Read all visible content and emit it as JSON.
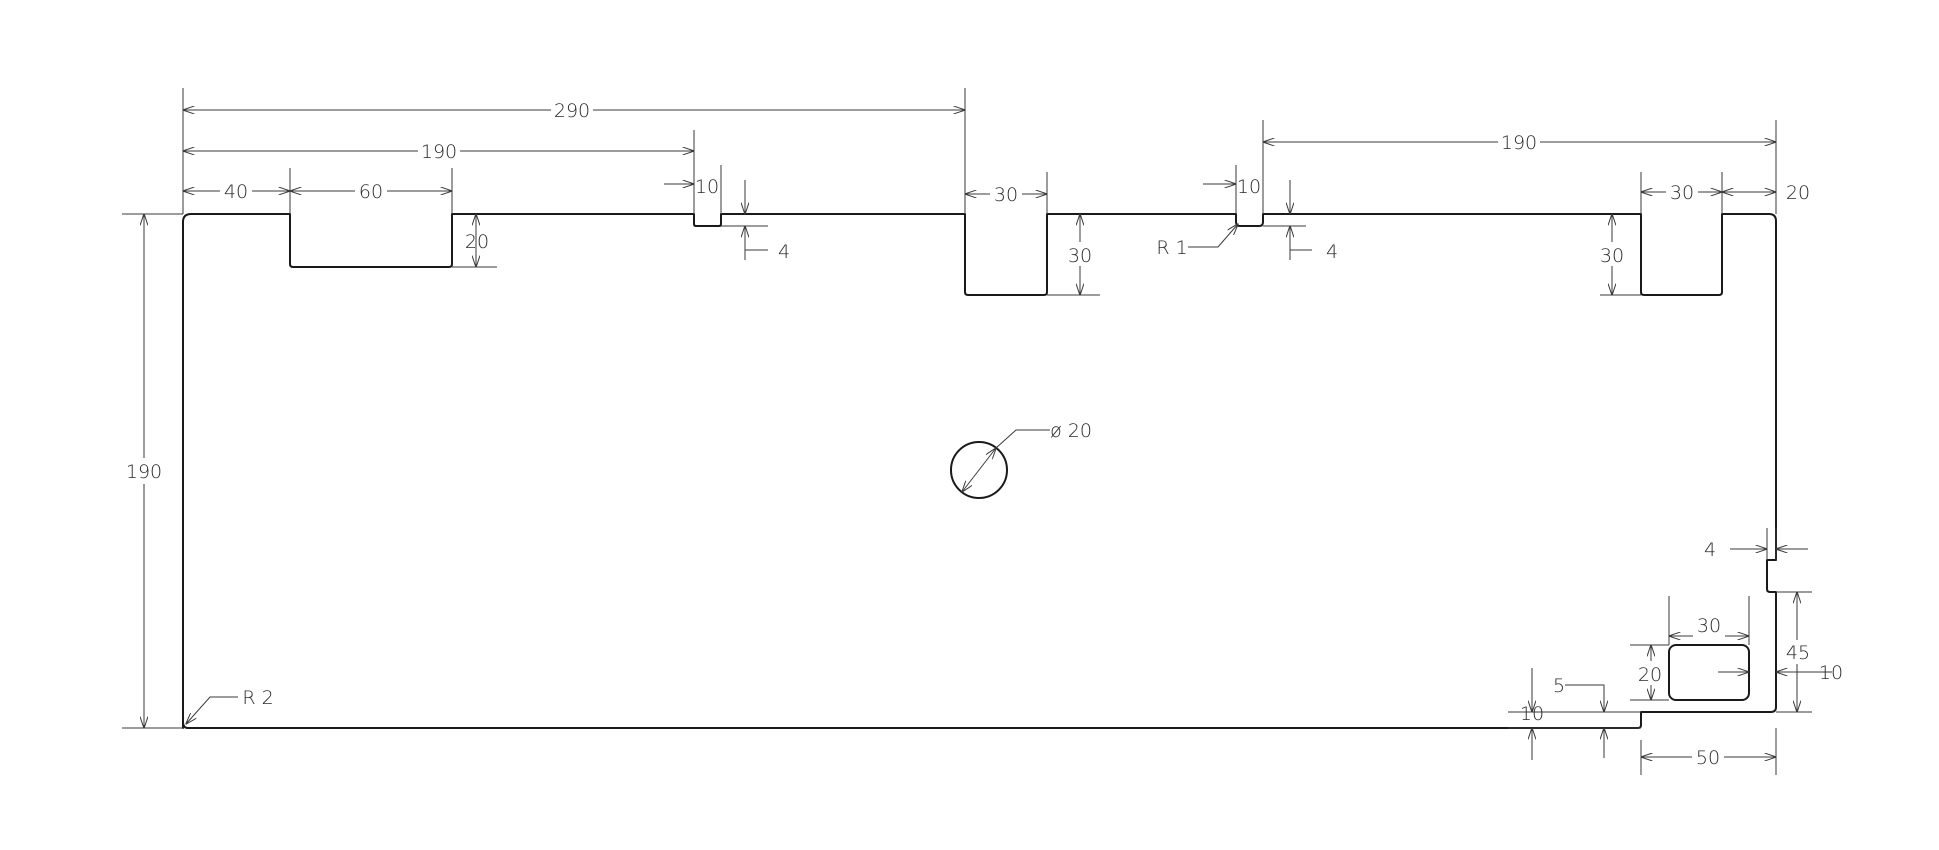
{
  "labels": {
    "overall_290": "290",
    "top_190_left": "190",
    "top_190_right": "190",
    "seg_40": "40",
    "seg_60": "60",
    "depth_20_notch": "20",
    "slot_10_left": "10",
    "slot_4_left": "4",
    "notch_30_a_width": "30",
    "notch_30_a_depth": "30",
    "slot_10_right": "10",
    "radius_1": "R 1",
    "slot_4_right": "4",
    "notch_30_b_width": "30",
    "notch_30_b_depth": "30",
    "edge_20_right": "20",
    "height_190": "190",
    "hole_diameter": "ø 20",
    "step_4_right": "4",
    "dim_45": "45",
    "dim_10_right": "10",
    "rect_30": "30",
    "rect_20": "20",
    "dim_5": "5",
    "dim_10_bottom": "10",
    "dim_50": "50",
    "radius_2": "R 2"
  }
}
